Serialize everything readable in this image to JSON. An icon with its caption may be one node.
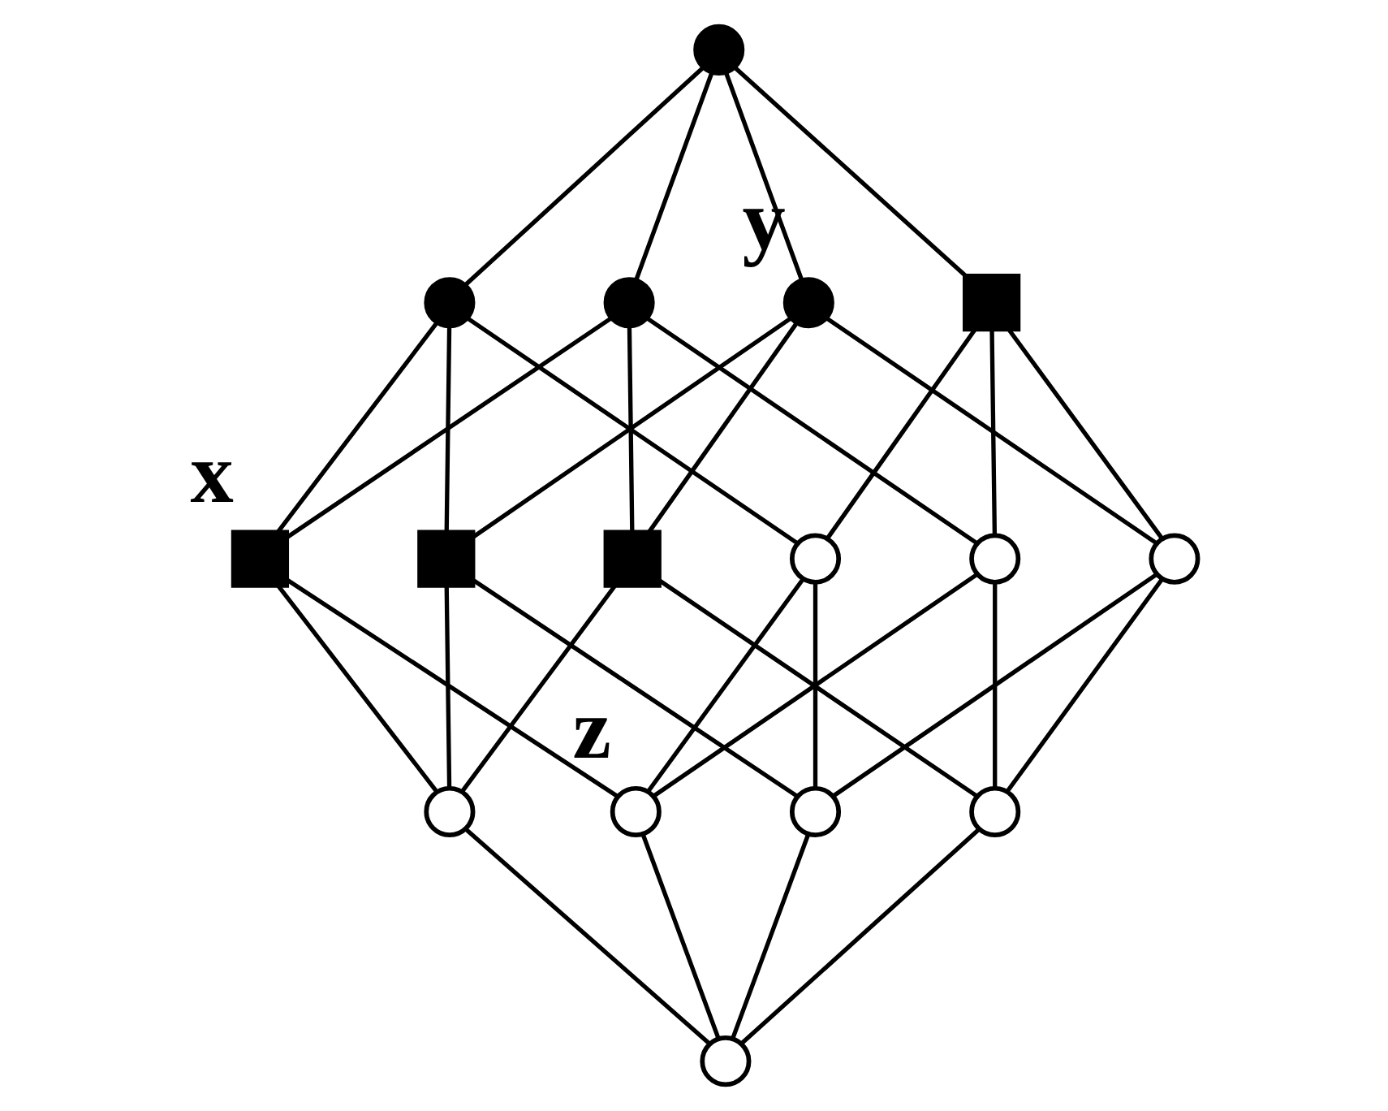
{
  "diagram": {
    "nodes": [
      {
        "text": [],
        "shape": "circle"
      },
      {
        "text": [],
        "shape": "circle"
      },
      {
        "text": [],
        "shape": "circle"
      },
      {
        "text": [],
        "shape": "circle",
        "beside": [
          "y"
        ]
      },
      {
        "text": [],
        "shape": "square"
      },
      {
        "text": [],
        "shape": "square",
        "beside": [
          "x"
        ]
      },
      {
        "text": [],
        "shape": "square"
      },
      {
        "text": [],
        "shape": "circle"
      },
      {
        "text": [],
        "shape": "square"
      },
      {
        "text": [],
        "shape": "circle"
      },
      {
        "text": [],
        "shape": "circle"
      },
      {
        "text": [],
        "shape": "circle"
      },
      {
        "text": [],
        "shape": "circle",
        "beside": [
          "z"
        ]
      },
      {
        "text": [],
        "shape": "circle"
      },
      {
        "text": [],
        "shape": "circle"
      },
      {
        "text": [],
        "shape": "circle"
      }
    ],
    "edges": [
      {
        "from": 0,
        "to": 1,
        "arrow": "none"
      },
      {
        "from": 0,
        "to": 2,
        "arrow": "none"
      },
      {
        "from": 0,
        "to": 3,
        "arrow": "none"
      },
      {
        "from": 0,
        "to": 4,
        "arrow": "none"
      },
      {
        "from": 1,
        "to": 5,
        "arrow": "none"
      },
      {
        "from": 1,
        "to": 6,
        "arrow": "none"
      },
      {
        "from": 1,
        "to": 7,
        "arrow": "none"
      },
      {
        "from": 2,
        "to": 5,
        "arrow": "none"
      },
      {
        "from": 2,
        "to": 8,
        "arrow": "none"
      },
      {
        "from": 2,
        "to": 9,
        "arrow": "none"
      },
      {
        "from": 3,
        "to": 6,
        "arrow": "none"
      },
      {
        "from": 3,
        "to": 8,
        "arrow": "none"
      },
      {
        "from": 3,
        "to": 10,
        "arrow": "none"
      },
      {
        "from": 4,
        "to": 7,
        "arrow": "none"
      },
      {
        "from": 4,
        "to": 9,
        "arrow": "none"
      },
      {
        "from": 4,
        "to": 10,
        "arrow": "none"
      },
      {
        "from": 5,
        "to": 11,
        "arrow": "none"
      },
      {
        "from": 5,
        "to": 12,
        "arrow": "none"
      },
      {
        "from": 6,
        "to": 11,
        "arrow": "none"
      },
      {
        "from": 6,
        "to": 13,
        "arrow": "none"
      },
      {
        "from": 7,
        "to": 12,
        "arrow": "none"
      },
      {
        "from": 7,
        "to": 13,
        "arrow": "none"
      },
      {
        "from": 8,
        "to": 11,
        "arrow": "none"
      },
      {
        "from": 8,
        "to": 14,
        "arrow": "none"
      },
      {
        "from": 9,
        "to": 12,
        "arrow": "none"
      },
      {
        "from": 9,
        "to": 14,
        "arrow": "none"
      },
      {
        "from": 10,
        "to": 13,
        "arrow": "none"
      },
      {
        "from": 10,
        "to": 14,
        "arrow": "none"
      },
      {
        "from": 11,
        "to": 15,
        "arrow": "none"
      },
      {
        "from": 12,
        "to": 15,
        "arrow": "none"
      },
      {
        "from": 13,
        "to": 15,
        "arrow": "none"
      },
      {
        "from": 14,
        "to": 15,
        "arrow": "none"
      }
    ]
  }
}
